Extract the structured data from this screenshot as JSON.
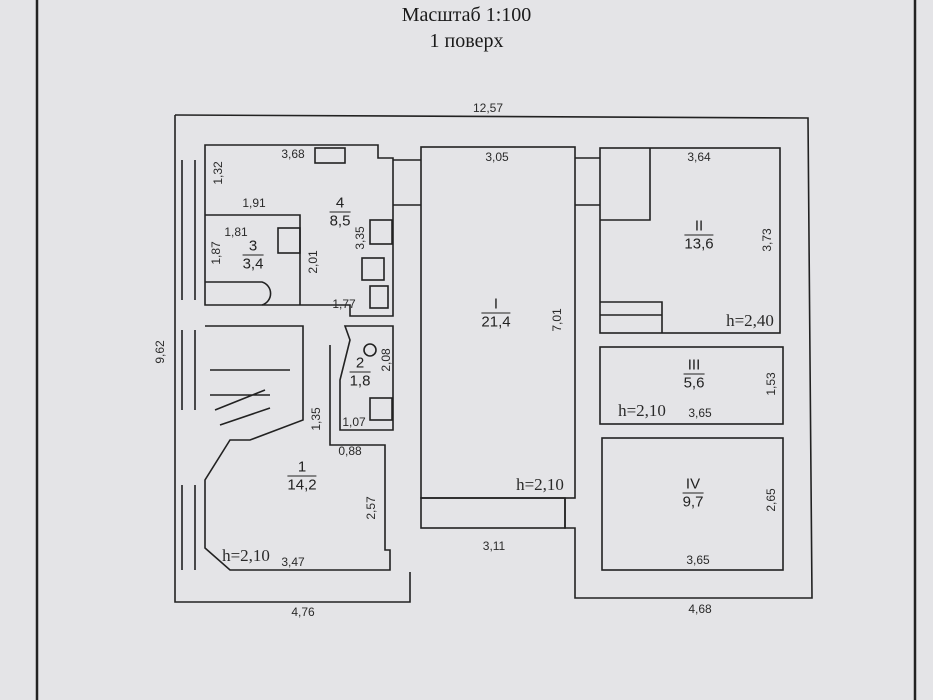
{
  "header": {
    "scale": "Масштаб 1:100",
    "floor": "1 поверх"
  },
  "rooms": [
    {
      "number": "4",
      "area": "8,5"
    },
    {
      "number": "3",
      "area": "3,4"
    },
    {
      "number": "2",
      "area": "1,8"
    },
    {
      "number": "1",
      "area": "14,2"
    },
    {
      "number": "I",
      "area": "21,4"
    },
    {
      "number": "II",
      "area": "13,6"
    },
    {
      "number": "III",
      "area": "5,6"
    },
    {
      "number": "IV",
      "area": "9,7"
    }
  ],
  "heights": {
    "room_1": "h=2,10",
    "room_I": "h=2,10",
    "room_II": "h=2,40",
    "room_III": "h=2,10"
  },
  "dimensions": {
    "total_width": "12,57",
    "total_height": "9,62",
    "d368": "3,68",
    "d132": "1,32",
    "d191": "1,91",
    "d181": "1,81",
    "d187": "1,87",
    "d201": "2,01",
    "d335": "3,35",
    "d177": "1,77",
    "d208": "2,08",
    "d135": "1,35",
    "d107": "1,07",
    "d088": "0,88",
    "d257": "2,57",
    "d347": "3,47",
    "d476": "4,76",
    "d305": "3,05",
    "d701": "7,01",
    "d311": "3,11",
    "d364": "3,64",
    "d373": "3,73",
    "d153": "1,53",
    "d365a": "3,65",
    "d265": "2,65",
    "d365b": "3,65",
    "d468": "4,68"
  },
  "colors": {
    "paper": "#e4e4e7",
    "ink": "#222222"
  }
}
